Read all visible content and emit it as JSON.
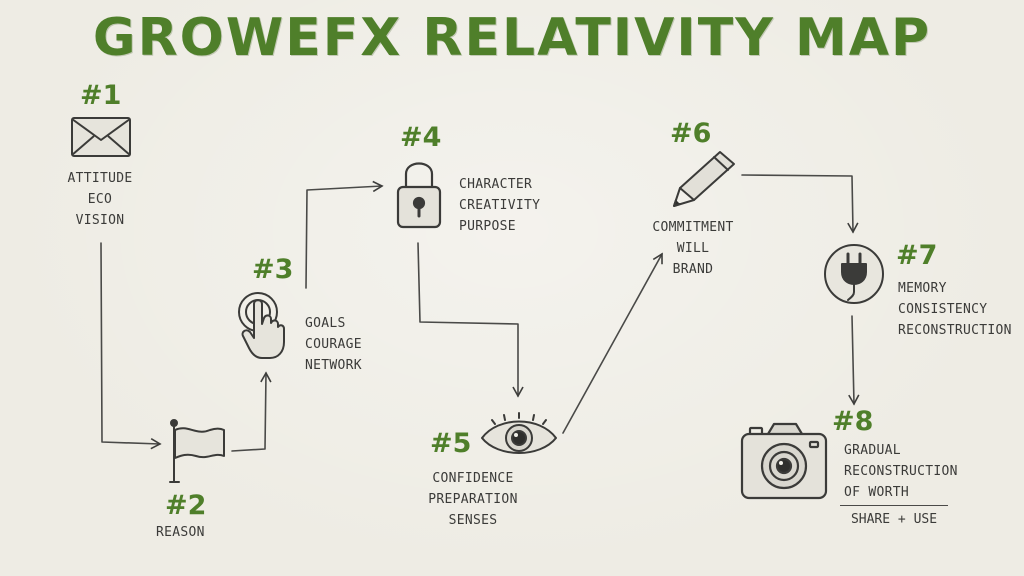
{
  "title": "GROWEFX RELATIVITY MAP",
  "steps": [
    {
      "number": "#1",
      "icon": "envelope-icon",
      "lines": [
        "ATTITUDE",
        "ECO",
        "VISION"
      ]
    },
    {
      "number": "#2",
      "icon": "flag-icon",
      "lines": [
        "REASON"
      ]
    },
    {
      "number": "#3",
      "icon": "touch-icon",
      "lines": [
        "GOALS",
        "COURAGE",
        "NETWORK"
      ]
    },
    {
      "number": "#4",
      "icon": "padlock-icon",
      "lines": [
        "CHARACTER",
        "CREATIVITY",
        "PURPOSE"
      ]
    },
    {
      "number": "#5",
      "icon": "eye-icon",
      "lines": [
        "CONFIDENCE",
        "PREPARATION",
        "SENSES"
      ]
    },
    {
      "number": "#6",
      "icon": "pencil-icon",
      "lines": [
        "COMMITMENT",
        "WILL",
        "BRAND"
      ]
    },
    {
      "number": "#7",
      "icon": "plug-icon",
      "lines": [
        "MEMORY",
        "CONSISTENCY",
        "RECONSTRUCTION"
      ]
    },
    {
      "number": "#8",
      "icon": "camera-icon",
      "lines": [
        "GRADUAL",
        "RECONSTRUCTION",
        "OF WORTH"
      ],
      "footer": "SHARE + USE"
    }
  ]
}
